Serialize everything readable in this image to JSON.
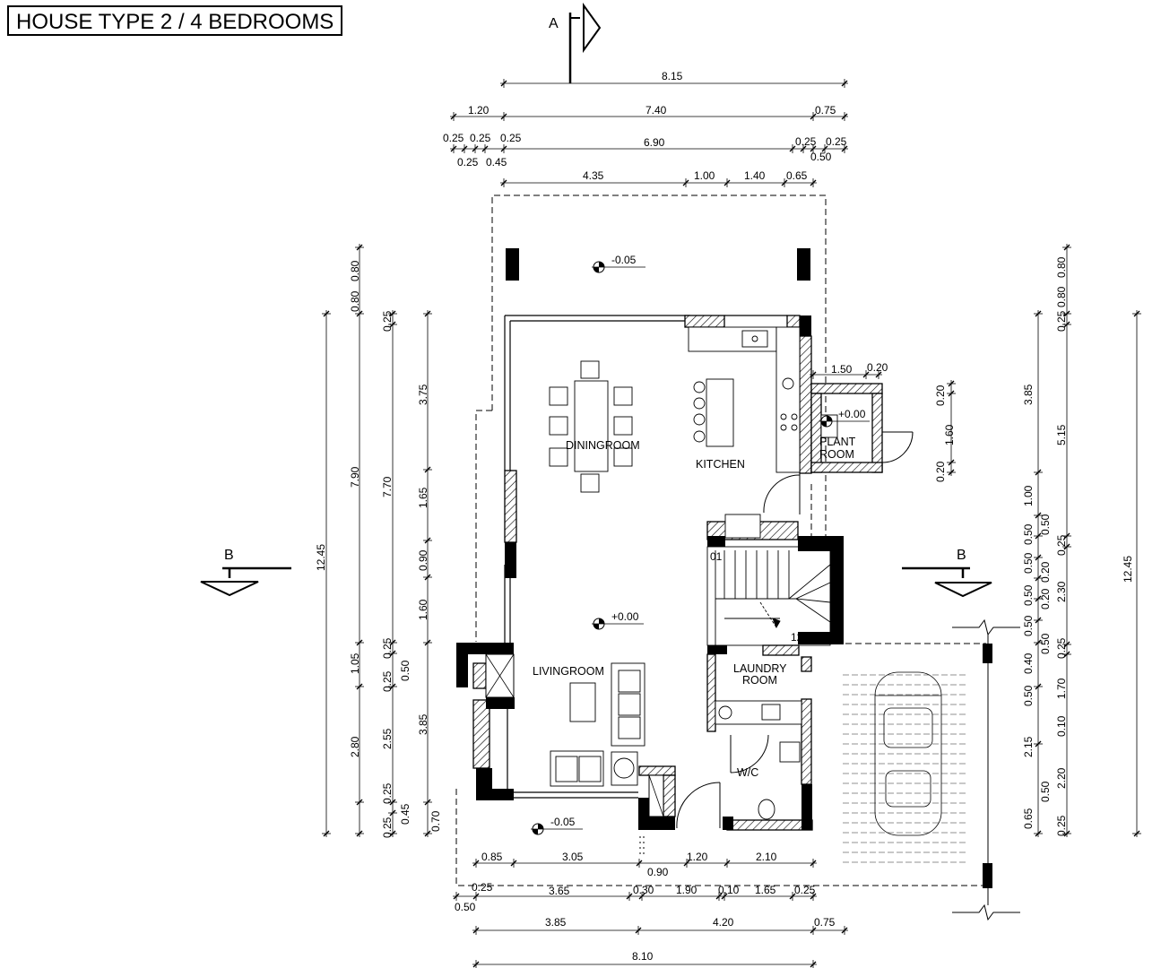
{
  "title": "HOUSE TYPE 2 / 4 BEDROOMS",
  "section_marks": {
    "a": "A",
    "b_left": "B",
    "b_right": "B"
  },
  "rooms": {
    "dining": "DININGROOM",
    "kitchen": "KITCHEN",
    "plant_1": "PLANT",
    "plant_2": "ROOM",
    "living": "LIVINGROOM",
    "laundry_1": "LAUNDRY",
    "laundry_2": "ROOM",
    "wc": "W/C"
  },
  "levels": {
    "terrace": "-0.05",
    "plant": "+0.00",
    "main": "+0.00",
    "entrance": "-0.05"
  },
  "stair": {
    "start": "01",
    "end": "12"
  },
  "dims_top": {
    "r1": [
      "8.15"
    ],
    "r2": [
      "1.20",
      "7.40",
      "0.75"
    ],
    "r3a": [
      "0.25",
      "0.25",
      "0.25",
      "6.90",
      "0.25",
      "0.25"
    ],
    "r3b": [
      "0.25",
      "0.45",
      "0.50"
    ],
    "r4": [
      "4.35",
      "1.00",
      "1.40",
      "0.65"
    ],
    "plant": [
      "1.50",
      "0.20"
    ]
  },
  "dims_bottom": {
    "r1": [
      "0.85",
      "3.05",
      "1.20",
      "2.10"
    ],
    "r1b": [
      "0.90"
    ],
    "r2": [
      "0.25",
      "3.65",
      "0.30",
      "1.90",
      "0.10",
      "1.65",
      "0.25"
    ],
    "r2b": [
      "0.50"
    ],
    "r3": [
      "3.85",
      "4.20",
      "0.75"
    ],
    "r4": [
      "8.10"
    ]
  },
  "dims_left": {
    "total": "12.45",
    "c1": [
      "0.80",
      "7.90",
      "1.05",
      "2.80",
      "0.25"
    ],
    "c2": [
      "0.80",
      "0.25",
      "7.70",
      "0.25",
      "0.25",
      "0.50",
      "2.55",
      "0.25",
      "0.45"
    ],
    "c3": [
      "3.75",
      "1.65",
      "0.90",
      "1.60",
      "3.85",
      "0.70"
    ]
  },
  "dims_right": {
    "plant": [
      "0.20",
      "1.60",
      "0.20"
    ],
    "c1": [
      "3.85",
      "1.00",
      "0.50",
      "0.50",
      "0.50",
      "0.50",
      "0.40",
      "0.50",
      "2.15",
      "0.65"
    ],
    "c2": [
      "0.25",
      "0.80",
      "0.50",
      "0.20",
      "0.20",
      "0.50",
      "1.70",
      "0.10",
      "2.20",
      "0.50"
    ],
    "c3": [
      "0.80",
      "5.15",
      "0.25",
      "2.30",
      "0.25",
      "0.25"
    ],
    "total": "12.45"
  }
}
